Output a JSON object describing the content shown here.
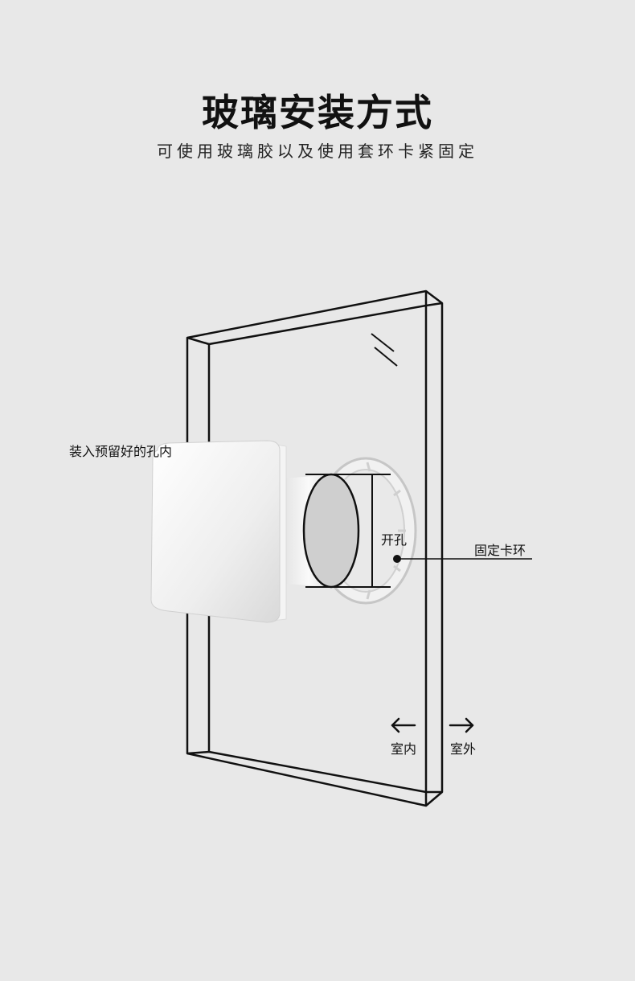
{
  "header": {
    "title": "玻璃安装方式",
    "subtitle": "可使用玻璃胶以及使用套环卡紧固定"
  },
  "diagram": {
    "labels": {
      "insert_hole": "装入预留好的孔内",
      "hole": "开孔",
      "fixing_ring": "固定卡环",
      "indoor": "室内",
      "outdoor": "室外"
    },
    "icons": {
      "indoor_arrow": "arrow-left-icon",
      "outdoor_arrow": "arrow-right-icon"
    }
  }
}
